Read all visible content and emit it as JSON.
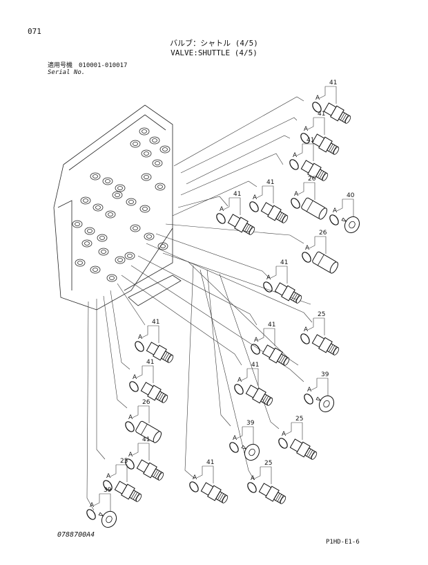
{
  "header": {
    "page_number": "071",
    "title_jp": "バルブ：シャトル (4/5)",
    "title_en": "VALVE:SHUTTLE (4/5)",
    "serial_jp": "適用号機　010001-010017",
    "serial_en": "Serial No."
  },
  "callout_mark": "A",
  "callouts": [
    "41",
    "41",
    "41",
    "41",
    "41",
    "26",
    "40",
    "26",
    "41",
    "41",
    "25",
    "41",
    "41",
    "39",
    "41",
    "26",
    "39",
    "25",
    "41",
    "25",
    "41",
    "25",
    "39"
  ],
  "footer": {
    "drawing_no": "0788700A4",
    "page_code": "P1HD-E1-6"
  }
}
